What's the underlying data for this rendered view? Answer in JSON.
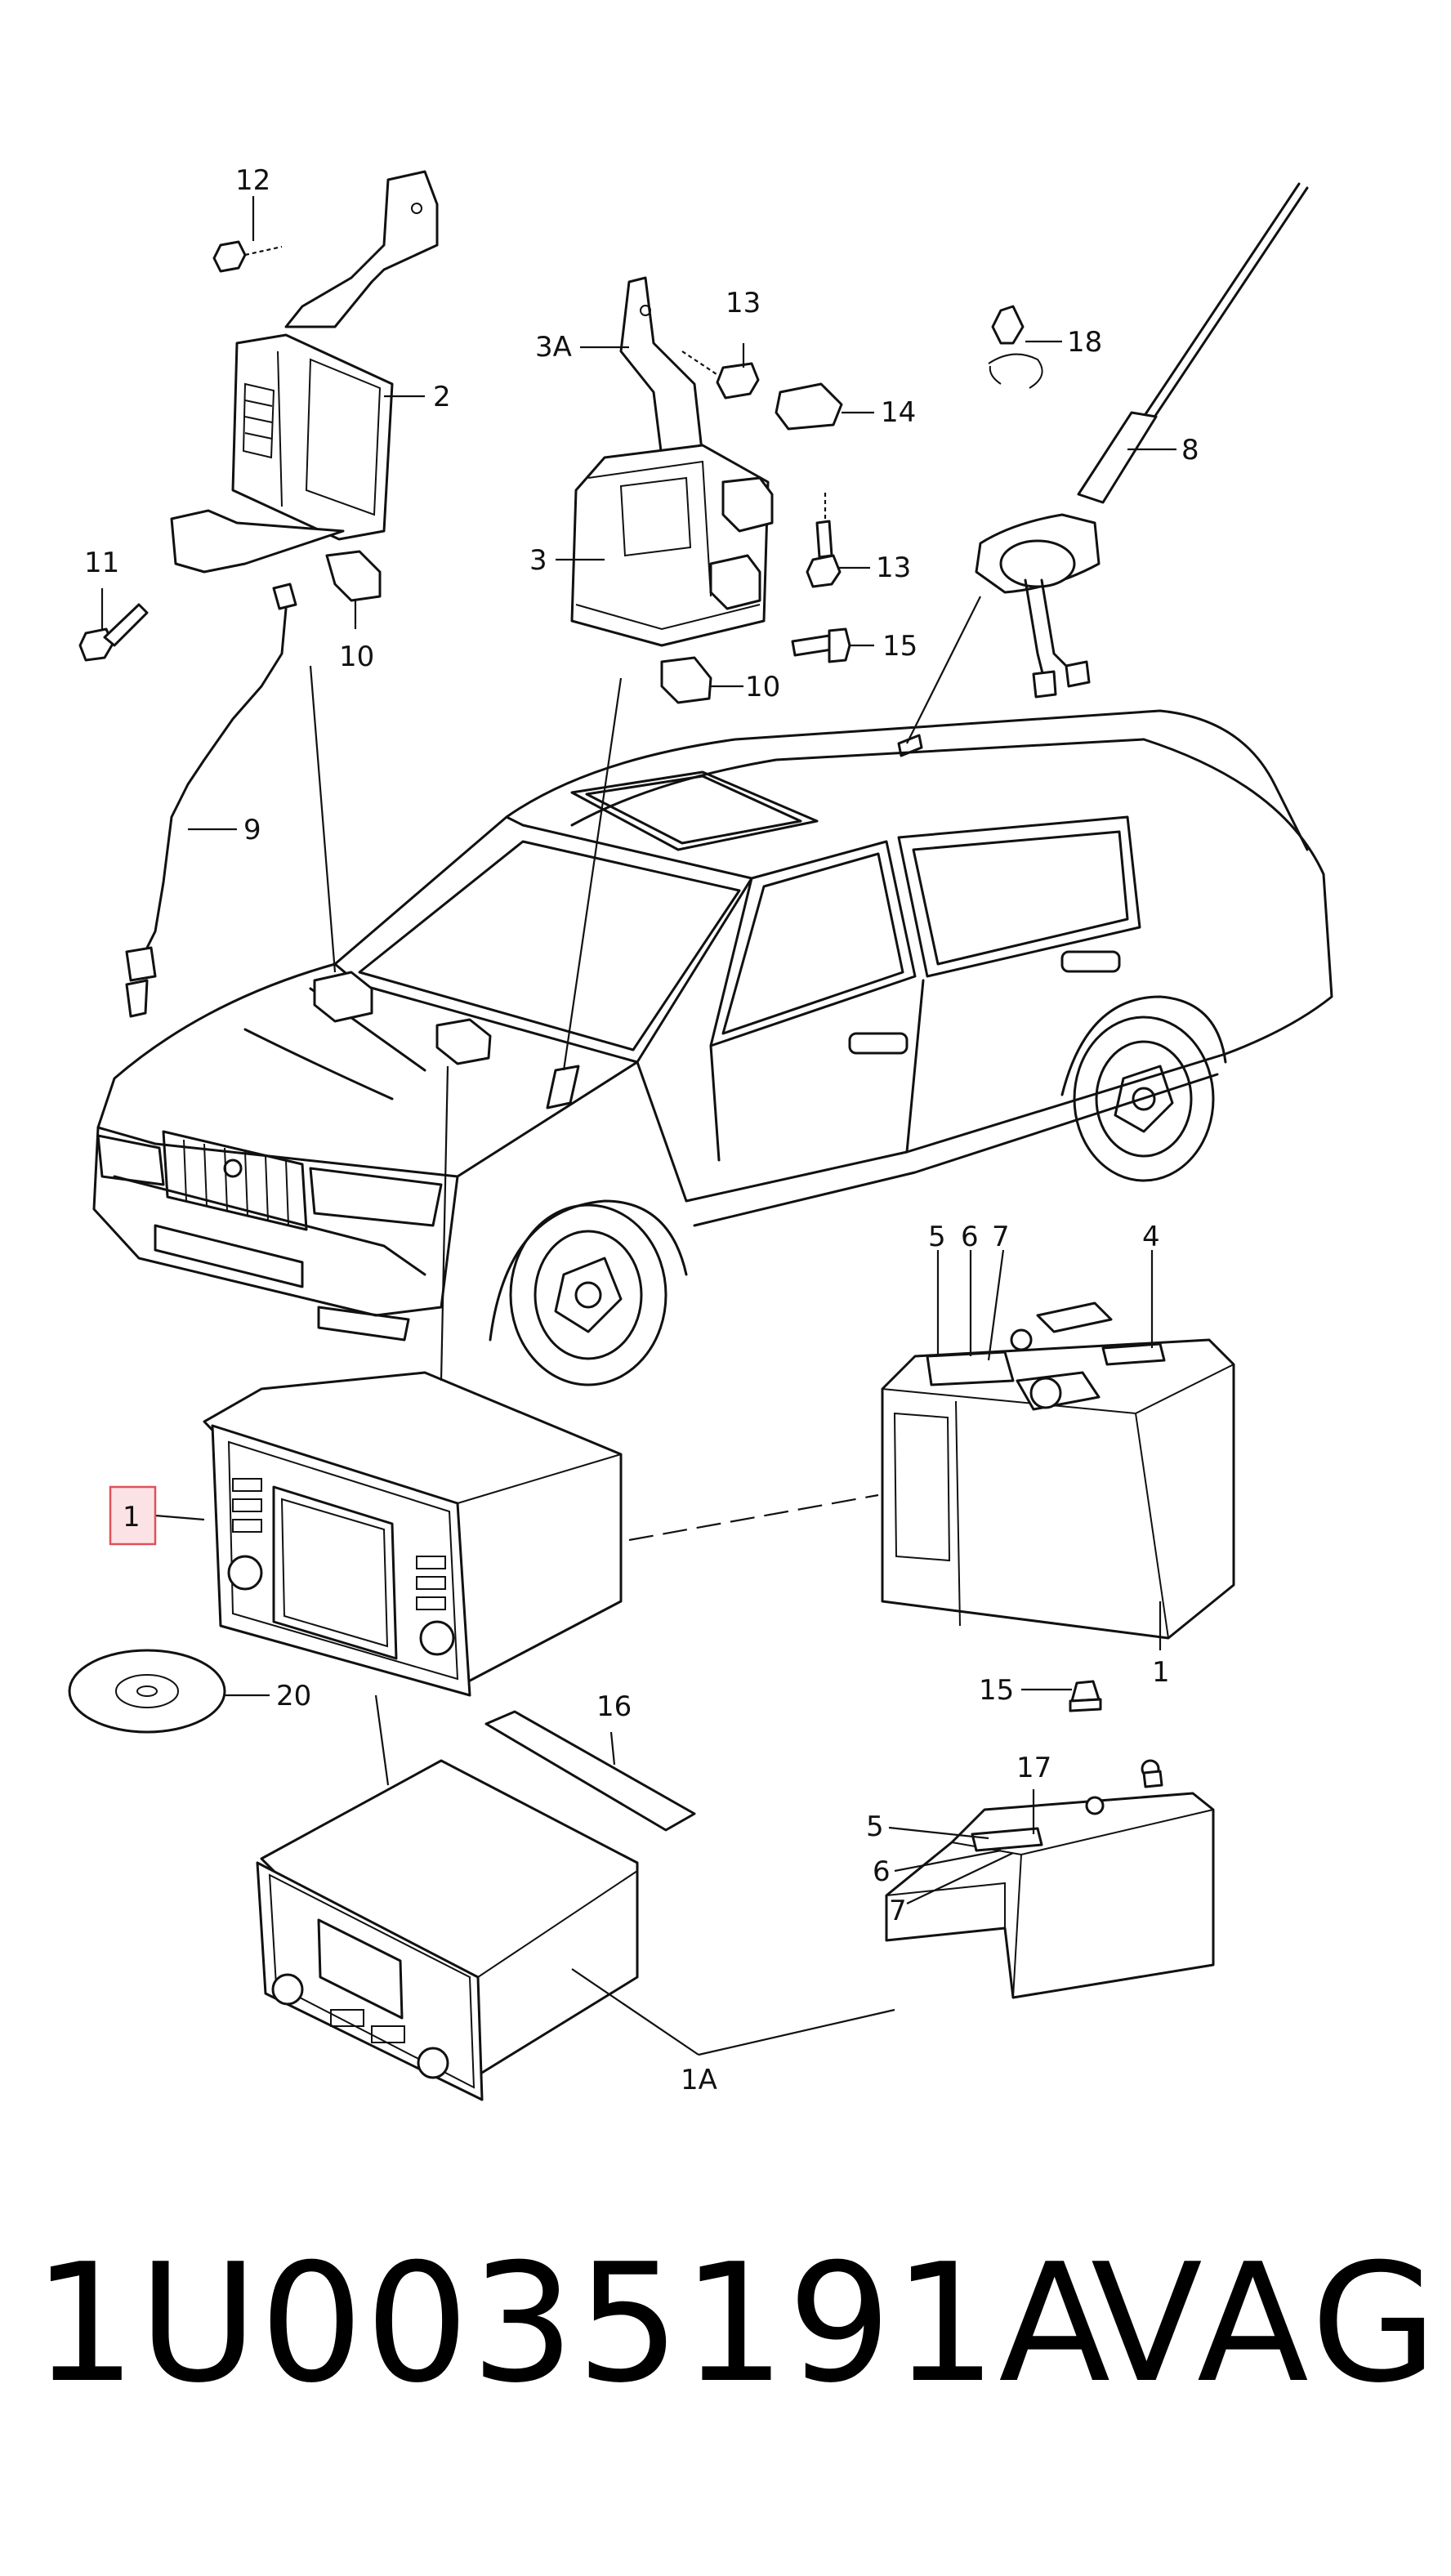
{
  "labels": {
    "l12": "12",
    "l2": "2",
    "l11": "11",
    "l10a": "10",
    "l9": "9",
    "l13a": "13",
    "l3a": "3A",
    "l14": "14",
    "l3": "3",
    "l13b": "13",
    "l15a": "15",
    "l10b": "10",
    "l18": "18",
    "l8": "8",
    "l5a": "5",
    "l6a": "6",
    "l7a": "7",
    "l4": "4",
    "l1a": "1",
    "l1b": "1",
    "l20": "20",
    "l16": "16",
    "l15b": "15",
    "l17": "17",
    "l5b": "5",
    "l6b": "6",
    "l7b": "7",
    "l1A": "1A"
  },
  "highlight_color": "#e0505a",
  "footer": {
    "part_number": "1U0035191A",
    "brand": "VAG"
  }
}
